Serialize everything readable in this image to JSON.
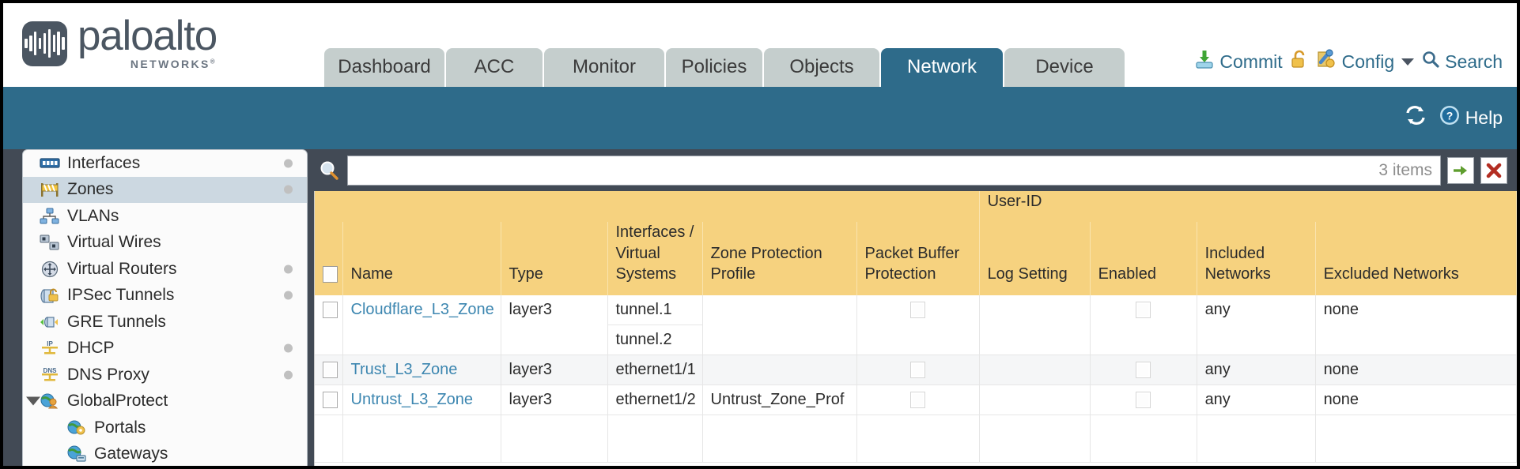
{
  "brand": {
    "name": "paloalto",
    "sub": "NETWORKS",
    "reg": "®"
  },
  "tabs": [
    {
      "label": "Dashboard",
      "active": false
    },
    {
      "label": "ACC",
      "active": false
    },
    {
      "label": "Monitor",
      "active": false
    },
    {
      "label": "Policies",
      "active": false
    },
    {
      "label": "Objects",
      "active": false
    },
    {
      "label": "Network",
      "active": true
    },
    {
      "label": "Device",
      "active": false
    }
  ],
  "top_actions": {
    "commit": "Commit",
    "config": "Config",
    "search": "Search"
  },
  "band": {
    "help": "Help"
  },
  "sidebar": {
    "items": [
      {
        "label": "Interfaces",
        "icon": "interfaces-icon",
        "dot": true,
        "selected": false,
        "child": false
      },
      {
        "label": "Zones",
        "icon": "zones-icon",
        "dot": true,
        "selected": true,
        "child": false
      },
      {
        "label": "VLANs",
        "icon": "vlans-icon",
        "dot": false,
        "selected": false,
        "child": false
      },
      {
        "label": "Virtual Wires",
        "icon": "virtual-wires-icon",
        "dot": false,
        "selected": false,
        "child": false
      },
      {
        "label": "Virtual Routers",
        "icon": "virtual-routers-icon",
        "dot": true,
        "selected": false,
        "child": false
      },
      {
        "label": "IPSec Tunnels",
        "icon": "ipsec-tunnels-icon",
        "dot": true,
        "selected": false,
        "child": false
      },
      {
        "label": "GRE Tunnels",
        "icon": "gre-tunnels-icon",
        "dot": false,
        "selected": false,
        "child": false
      },
      {
        "label": "DHCP",
        "icon": "dhcp-icon",
        "dot": true,
        "selected": false,
        "child": false
      },
      {
        "label": "DNS Proxy",
        "icon": "dns-proxy-icon",
        "dot": true,
        "selected": false,
        "child": false
      },
      {
        "label": "GlobalProtect",
        "icon": "globalprotect-icon",
        "dot": false,
        "selected": false,
        "child": false,
        "expander": true
      },
      {
        "label": "Portals",
        "icon": "portals-icon",
        "dot": false,
        "selected": false,
        "child": true
      },
      {
        "label": "Gateways",
        "icon": "gateways-icon",
        "dot": false,
        "selected": false,
        "child": true
      }
    ]
  },
  "search": {
    "value": "",
    "placeholder": "",
    "count_label": "3 items",
    "apply_icon": "green-arrow-icon",
    "clear_icon": "red-x-icon"
  },
  "table": {
    "group_header": "User-ID",
    "columns": [
      "Name",
      "Type",
      "Interfaces / Virtual Systems",
      "Zone Protection Profile",
      "Packet Buffer Protection",
      "Log Setting",
      "Enabled",
      "Included Networks",
      "Excluded Networks"
    ],
    "rows": [
      {
        "name": "Cloudflare_L3_Zone",
        "type": "layer3",
        "interfaces": [
          "tunnel.1",
          "tunnel.2"
        ],
        "zone_protection_profile": "",
        "packet_buffer_protection": false,
        "log_setting": "",
        "userid_enabled": false,
        "included_networks": "any",
        "excluded_networks": "none"
      },
      {
        "name": "Trust_L3_Zone",
        "type": "layer3",
        "interfaces": [
          "ethernet1/1"
        ],
        "zone_protection_profile": "",
        "packet_buffer_protection": false,
        "log_setting": "",
        "userid_enabled": false,
        "included_networks": "any",
        "excluded_networks": "none"
      },
      {
        "name": "Untrust_L3_Zone",
        "type": "layer3",
        "interfaces": [
          "ethernet1/2"
        ],
        "zone_protection_profile": "Untrust_Zone_Prof",
        "packet_buffer_protection": false,
        "log_setting": "",
        "userid_enabled": false,
        "included_networks": "any",
        "excluded_networks": "none"
      }
    ]
  },
  "colors": {
    "brand_dark": "#4b5662",
    "band_blue": "#2e6b8a",
    "body_slate": "#424a55",
    "header_gold": "#f6d27f",
    "group_gold": "#e4b751",
    "link_blue": "#3c86b0",
    "tab_inactive": "#c5cecd"
  }
}
